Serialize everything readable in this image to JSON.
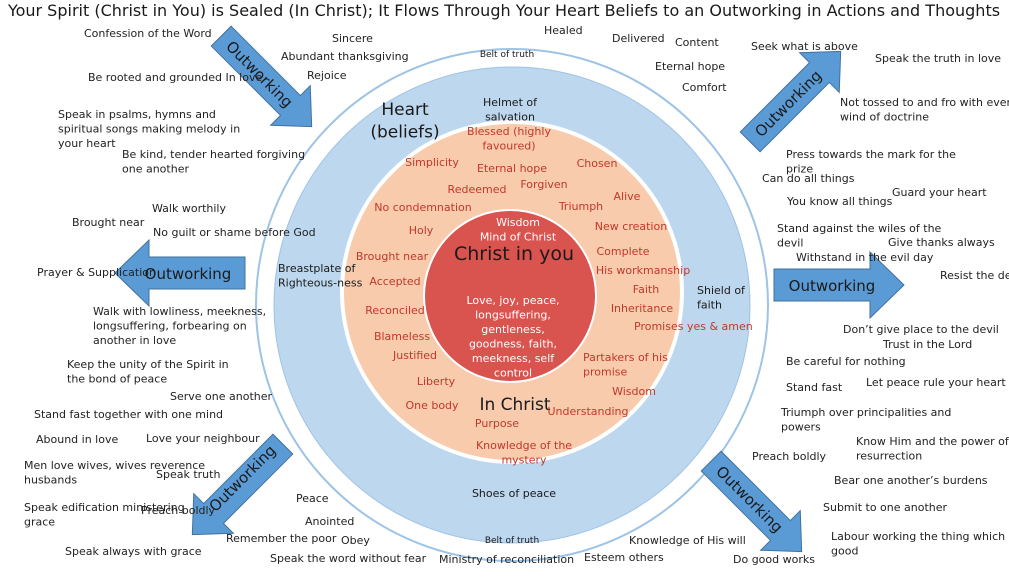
{
  "title": "Your Spirit (Christ in You) is Sealed (In Christ); It Flows Through Your Heart Beliefs to an Outworking in Actions and Thoughts",
  "arrow_label": "Outworking",
  "colors": {
    "outer_ring": "#bdd7ee",
    "middle_ring": "#f8cbad",
    "core": "#d9534f",
    "arrow": "#5b9bd5",
    "red_text": "#c0392b"
  },
  "core": {
    "title": "Christ in you",
    "top": "Wisdom\nMind of Christ",
    "fruits": "Love, joy, peace,\nlongsuffering,\ngentleness,\ngoodness, faith,\nmeekness, self\ncontrol"
  },
  "in_christ": {
    "label": "In Christ",
    "items": [
      "Blessed (highly favoured)",
      "Simplicity",
      "Chosen",
      "Eternal hope",
      "Redeemed",
      "Forgiven",
      "Alive",
      "No condemnation",
      "Triumph",
      "New creation",
      "Holy",
      "Complete",
      "Brought near",
      "His workmanship",
      "Accepted",
      "Faith",
      "Inheritance",
      "Reconciled",
      "Promises yes & amen",
      "Blameless",
      "Justified",
      "Partakers of his promise",
      "Liberty",
      "Wisdom",
      "One body",
      "Understanding",
      "Purpose",
      "Knowledge of the mystery"
    ]
  },
  "heart": {
    "label": "Heart\n(beliefs)",
    "armor": [
      "Belt of truth",
      "Helmet of salvation",
      "Breastplate of Righteous-ness",
      "Shield of faith",
      "Shoes of peace",
      "Belt of truth"
    ]
  },
  "outworking": {
    "top_left": [
      "Confession of the Word",
      "Sincere",
      "Healed",
      "Abundant thanksgiving",
      "Rejoice",
      "Be rooted and grounded In love",
      "Speak in psalms, hymns and spiritual songs making melody in your heart",
      "Be kind, tender hearted forgiving one another"
    ],
    "top_right": [
      "Delivered",
      "Content",
      "Eternal hope",
      "Comfort",
      "Seek what is above",
      "Speak the truth in love",
      "Not tossed to and fro with every wind of doctrine",
      "Press towards the mark for the prize"
    ],
    "left": [
      "Walk worthily",
      "Brought near",
      "No guilt or shame before God",
      "Prayer & Supplication",
      "Walk with lowliness, meekness, longsuffering, forbearing on another in love",
      "Keep the unity of the Spirit in the bond of peace",
      "Serve one another",
      "Stand fast together with one mind"
    ],
    "right": [
      "Can do all things",
      "Guard your heart",
      "You know all things",
      "Stand against the wiles of the devil",
      "Give thanks always",
      "Withstand in the evil day",
      "Resist the devil",
      "Don’t give place to the devil",
      "Trust in the Lord",
      "Be careful for nothing",
      "Stand fast",
      "Let peace rule your heart",
      "Triumph over principalities and powers"
    ],
    "bottom_left": [
      "Abound in love",
      "Love your neighbour",
      "Men love wives, wives reverence husbands",
      "Speak truth",
      "Speak edification ministering grace",
      "Preach boldly",
      "Speak always with grace",
      "Peace",
      "Anointed",
      "Obey",
      "Remember the poor",
      "Speak the word without fear"
    ],
    "bottom_right": [
      "Know Him and the power of His resurrection",
      "Preach boldly",
      "Bear one another’s burdens",
      "Submit to one another",
      "Labour working the thing which is good",
      "Knowledge of His will",
      "Ministry of reconciliation",
      "Esteem others",
      "Do good works"
    ]
  }
}
